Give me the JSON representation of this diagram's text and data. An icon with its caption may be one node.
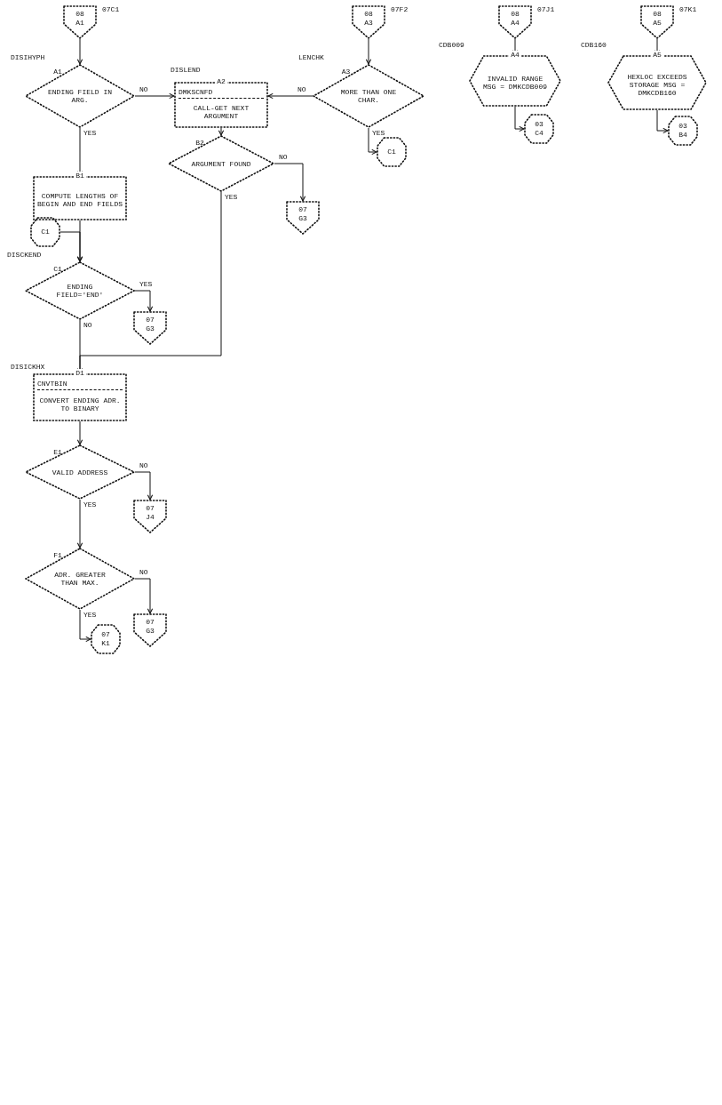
{
  "diagram": {
    "nodes": [
      {
        "text": [
          "08",
          "A1"
        ],
        "beside": [
          "07C1"
        ]
      },
      {
        "text": [
          "A1",
          "ENDING FIELD IN ARG."
        ],
        "beside": [
          "DISIHYPH"
        ]
      },
      {
        "text": [
          "A2",
          "DMKSCNFD",
          "CALL-GET NEXT ARGUMENT"
        ],
        "beside": [
          "DISLEND"
        ]
      },
      {
        "text": [
          "08",
          "A3"
        ],
        "beside": [
          "07F2"
        ]
      },
      {
        "text": [
          "A3",
          "MORE THAN ONE CHAR."
        ],
        "beside": [
          "LENCHK"
        ]
      },
      {
        "text": [
          "C1"
        ]
      },
      {
        "text": [
          "08",
          "A4"
        ],
        "beside": [
          "07J1"
        ]
      },
      {
        "text": [
          "A4",
          "INVALID RANGE MSG = DMKCDB009"
        ],
        "beside": [
          "CDB009"
        ]
      },
      {
        "text": [
          "03",
          "C4"
        ]
      },
      {
        "text": [
          "08",
          "A5"
        ],
        "beside": [
          "07K1"
        ]
      },
      {
        "text": [
          "A5",
          "HEXLOC EXCEEDS STORAGE MSG = DMKCDB160"
        ],
        "beside": [
          "CDB160"
        ]
      },
      {
        "text": [
          "03",
          "B4"
        ]
      },
      {
        "text": [
          "B1",
          "COMPUTE LENGTHS OF BEGIN AND END FIELDS"
        ]
      },
      {
        "text": [
          "B2",
          "ARGUMENT FOUND"
        ]
      },
      {
        "text": [
          "07",
          "G3"
        ]
      },
      {
        "text": [
          "C1"
        ]
      },
      {
        "text": [
          "C1",
          "ENDING FIELD='END'"
        ],
        "beside": [
          "DISCKEND"
        ]
      },
      {
        "text": [
          "07",
          "G3"
        ]
      },
      {
        "text": [
          "D1",
          "CNVTBIN",
          "CONVERT ENDING ADR. TO BINARY"
        ],
        "beside": [
          "DISICKHX"
        ]
      },
      {
        "text": [
          "E1",
          "VALID ADDRESS"
        ]
      },
      {
        "text": [
          "07",
          "J4"
        ]
      },
      {
        "text": [
          "F1",
          "ADR. GREATER THAN MAX."
        ]
      },
      {
        "text": [
          "07",
          "G3"
        ]
      },
      {
        "text": [
          "07",
          "K1"
        ]
      }
    ],
    "edges": [
      {
        "from": 0,
        "to": 1,
        "arrow": "to"
      },
      {
        "from": 1,
        "to": 2,
        "arrow": "to",
        "label": "NO"
      },
      {
        "from": 1,
        "to": 12,
        "arrow": "to",
        "label": "YES"
      },
      {
        "from": 3,
        "to": 4,
        "arrow": "to"
      },
      {
        "from": 4,
        "to": 2,
        "arrow": "to",
        "label": "NO"
      },
      {
        "from": 4,
        "to": 5,
        "arrow": "to",
        "label": "YES"
      },
      {
        "from": 6,
        "to": 7,
        "arrow": "to"
      },
      {
        "from": 7,
        "to": 8,
        "arrow": "to"
      },
      {
        "from": 9,
        "to": 10,
        "arrow": "to"
      },
      {
        "from": 10,
        "to": 11,
        "arrow": "to"
      },
      {
        "from": 2,
        "to": 13,
        "arrow": "to"
      },
      {
        "from": 13,
        "to": 14,
        "arrow": "to",
        "label": "NO"
      },
      {
        "from": 13,
        "to": 18,
        "arrow": "to",
        "label": "YES"
      },
      {
        "from": 12,
        "to": 16,
        "arrow": "to"
      },
      {
        "from": 15,
        "to": 16,
        "arrow": "to"
      },
      {
        "from": 16,
        "to": 17,
        "arrow": "to",
        "label": "YES"
      },
      {
        "from": 16,
        "to": 18,
        "arrow": "to",
        "label": "NO"
      },
      {
        "from": 18,
        "to": 19,
        "arrow": "to"
      },
      {
        "from": 19,
        "to": 20,
        "arrow": "to",
        "label": "NO"
      },
      {
        "from": 19,
        "to": 21,
        "arrow": "to",
        "label": "YES"
      },
      {
        "from": 21,
        "to": 22,
        "arrow": "to",
        "label": "NO"
      },
      {
        "from": 21,
        "to": 23,
        "arrow": "to",
        "label": "YES"
      }
    ]
  }
}
